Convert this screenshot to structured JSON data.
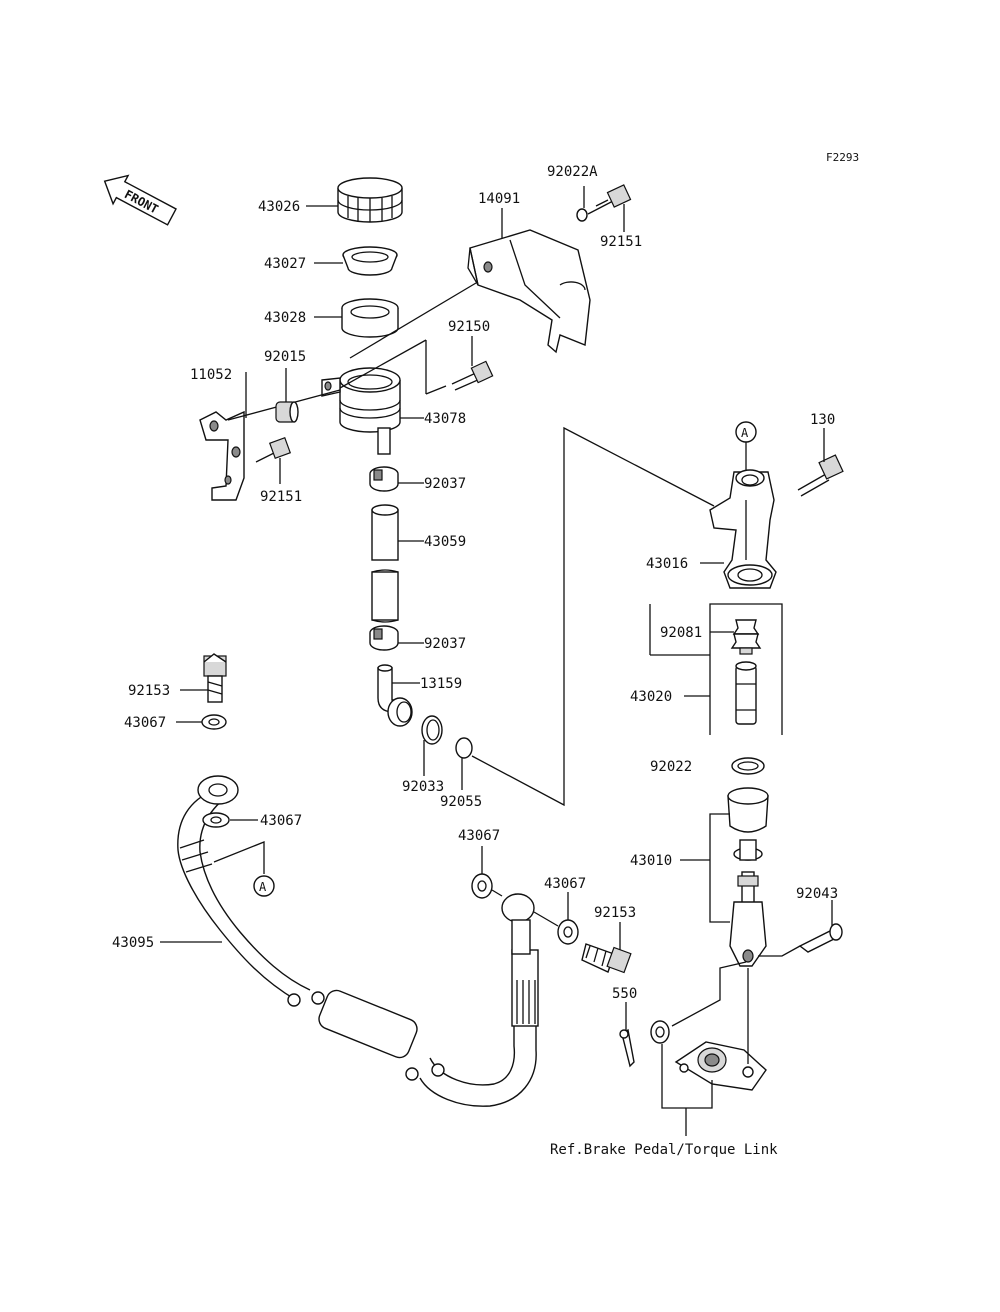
{
  "diagram": {
    "figure_code": "F2293",
    "front_label": "FRONT",
    "ref_note": "Ref.Brake Pedal/Torque Link",
    "callout_a": "A",
    "parts": {
      "p43026": "43026",
      "p43027": "43027",
      "p43028": "43028",
      "p11052": "11052",
      "p92015": "92015",
      "p92151_bracket": "92151",
      "p43078": "43078",
      "p92150": "92150",
      "p14091": "14091",
      "p92022A": "92022A",
      "p92151_cover": "92151",
      "p92037_upper": "92037",
      "p43059": "43059",
      "p92037_lower": "92037",
      "p13159": "13159",
      "p92033": "92033",
      "p92055": "92055",
      "p130": "130",
      "p43016": "43016",
      "p92081": "92081",
      "p43020": "43020",
      "p92022": "92022",
      "p43010": "43010",
      "p92043": "92043",
      "p550": "550",
      "p92153_left": "92153",
      "p43067_a": "43067",
      "p43067_b": "43067",
      "p43095": "43095",
      "p43067_c": "43067",
      "p43067_d": "43067",
      "p92153_right": "92153"
    }
  }
}
